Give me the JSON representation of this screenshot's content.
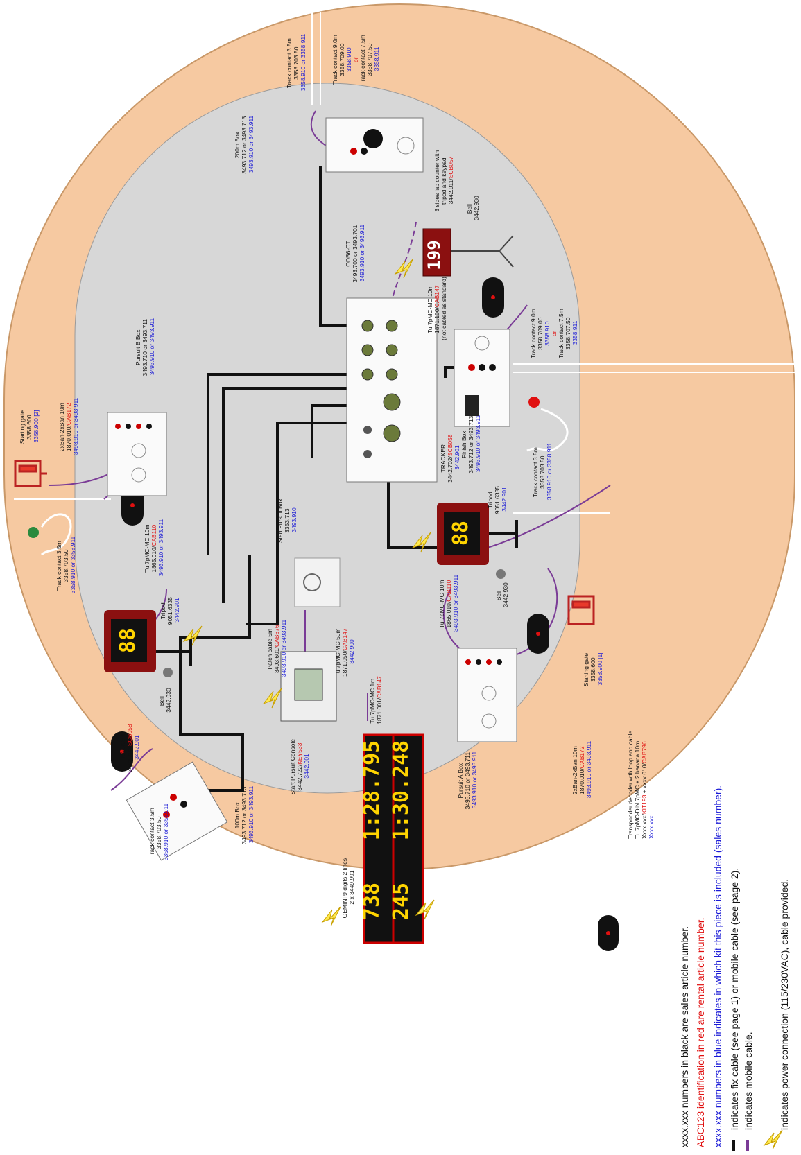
{
  "colors": {
    "track": "#f6c9a1",
    "infield": "#d7d7d7",
    "fix_cable": "#111111",
    "mobile_cable": "#7a3b96",
    "sales": "#111111",
    "rental": "#e01010",
    "kit": "#1a1ad6",
    "display_digits": "#ffd400"
  },
  "legend": {
    "sales": "xxxx.xxx numbers in black are sales article number.",
    "rental": "ABC123 identification in red are rental article number.",
    "kit": "xxxx.xxx numbers in blue indicates in which kit this piece is included (sales number).",
    "fix_cable": "indicates fix cable (see page 1) or mobile cable (see page 2).",
    "mobile_cable": "indicates mobile cable.",
    "power": "indicates power connection (115/230VAC), cable provided."
  },
  "decoder_legend": {
    "title": "Transponder decoder with loop and cable",
    "l1": "Tu 7pMC-DIN 7pMC + 2 banana 10m",
    "l2_a": "Xxxx.xxx/",
    "l2_red1": "KIT193",
    "l2_b": " + xxxx.010/",
    "l2_red2": "CAB796",
    "l3": "Xxxx.xxx"
  },
  "labels": {
    "tc_top_left": {
      "l1": "Track contact 3.5m",
      "l2": "3358.703.50",
      "l3": "3358.910 or 3358.911"
    },
    "tc_top_right": {
      "l1": "Track contact 9.0m",
      "l2": "3358.709.00",
      "l3": "3358.910",
      "or": "or",
      "l4": "Track contact 7.5m",
      "l5": "3358.707.50",
      "l6": "3358.911"
    },
    "box200": {
      "l1": "200m Box",
      "l2": "3493.712 or 3493.713",
      "l3": "3493.910 or 3493.911"
    },
    "odb": {
      "l1": "ODB6-CT",
      "l2": "3493.700 or 3493.701",
      "l3": "3493.910 or 3493.911"
    },
    "lap_counter": {
      "l1": "3 sides lap counter with",
      "l2": "tripod and keypad",
      "l3_a": "3442.911/",
      "l3_red": "SCB057"
    },
    "lap_digits": "199",
    "bell_top": {
      "l1": "Bell",
      "l2": "3442.930"
    },
    "cable_lap": {
      "l1": "Tu 7pMC-MC 10m",
      "l2_a": "1871.100/",
      "l2_red": "CAB147",
      "l3": "(not cabled as standard)"
    },
    "tc_right_mid": {
      "l1": "Track contact 9.0m",
      "l2": "3358.709.00",
      "l3": "3358.910",
      "or": "or",
      "l4": "Track contact 7.5m",
      "l5": "3358.707.50",
      "l6": "3358.911"
    },
    "pursuit_b": {
      "l1": "Pursuit B Box",
      "l2": "3493.710 or 3493.711",
      "l3": "3493.910 or 3493.911"
    },
    "starting_gate_top": {
      "l1": "Starting gate",
      "l2": "3358.600",
      "l3": "3358.900 [2]"
    },
    "cable_2xban_top": {
      "l1": "2xBan-2xBan 10m",
      "l2_a": "1870.010/",
      "l2_red": "CAB172",
      "l3": "3493.910 or 3493.911"
    },
    "tc_left_top": {
      "l1": "Track contact 3.5m",
      "l2": "3358.703.50",
      "l3": "3358.910 or 3358.911"
    },
    "cable_pursuit_b": {
      "l1": "Tu 7pMC-MC 10m",
      "l2_a": "1865.010/",
      "l2_red": "CAB110",
      "l3": "3493.910 or 3493.911"
    },
    "tracker_left": {
      "title": "TRACKER",
      "l2_a": "3442.702/",
      "l2_red": "SCB058",
      "l3": "3442.901",
      "digits": "88"
    },
    "tripod_left": {
      "l1": "Tripod",
      "l2": "9051.6335",
      "l3": "3442.901"
    },
    "bell_left": {
      "l1": "Bell",
      "l2": "3442.930"
    },
    "start_pursuit_box": {
      "l1": "Start Pursuit Box",
      "l2": "3353.713",
      "l3": "3493.910"
    },
    "patch_cable": {
      "l1": "Patch cable 5m",
      "l2_a": "3493.601/",
      "l2_red": "CAB676",
      "l3": "3493.910 or 3493.911"
    },
    "cable_50m": {
      "l1": "Tu 7pMC-MC 50m",
      "l2_a": "1871.050/",
      "l2_red": "CAB147",
      "l3": "3442.900"
    },
    "console": {
      "l1": "Start Pursuit Console",
      "l2_a": "3442.722/",
      "l2_red": "KEY533",
      "l3": "3442.901"
    },
    "tracker_right": {
      "title": "TRACKER",
      "l2_a": "3442.702/",
      "l2_red": "SCB058",
      "l3": "3442.901",
      "digits": "88"
    },
    "finish_box": {
      "l1": "Finish Box",
      "l2": "3493.712 or 3493.713",
      "l3": "3493.910 or 3493.911"
    },
    "tripod_right": {
      "l1": "Tripod",
      "l2": "9051.6335",
      "l3": "3442.901"
    },
    "bell_right": {
      "l1": "Bell",
      "l2": "3442.930"
    },
    "tc_right_low": {
      "l1": "Track contact 3.5m",
      "l2": "3358.703.50",
      "l3": "3358.910 or 3358.911"
    },
    "cable_pursuit_a": {
      "l1": "Tu 7pMC-MC 10m",
      "l2_a": "1865.010/",
      "l2_red": "CAB110",
      "l3": "3493.910 or 3493.911"
    },
    "cable_1m": {
      "l1": "Tu 7pMC-MC 1m",
      "l2_a": "1871.001/",
      "l2_red": "CAB147"
    },
    "gemini": {
      "l1": "GEMINI 9 digits 2 lines",
      "l2": "2 x 3449.991",
      "row1_lap": "738",
      "row1_time": "1:28.795",
      "row2_lap": "245",
      "row2_time": "1:30.248"
    },
    "pursuit_a": {
      "l1": "Pursuit A Box",
      "l2": "3493.710 or 3493.711",
      "l3": "3493.910 or 3493.911"
    },
    "starting_gate_bottom": {
      "l1": "Starting gate",
      "l2": "3358.600",
      "l3": "3358.900 [1]"
    },
    "cable_2xban_bottom": {
      "l1": "2xBan-2xBan 10m",
      "l2_a": "1870.010/",
      "l2_red": "CAB172",
      "l3": "3493.910 or 3493.911"
    },
    "box100": {
      "l1": "100m Box",
      "l2": "3493.712 or 3493.713",
      "l3": "3493.910 or 3493.911"
    },
    "tc_bottom": {
      "l1": "Track contact 3.5m",
      "l2": "3358.703.50",
      "l3": "3358.910 or 3358.911"
    }
  }
}
